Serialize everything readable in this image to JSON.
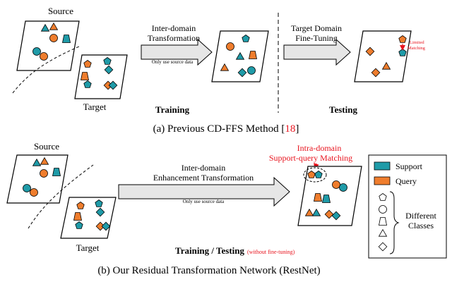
{
  "panel_a": {
    "source_label": "Source",
    "target_label": "Target",
    "transform_label_line1": "Inter-domain",
    "transform_label_line2": "Transformation",
    "source_note": "Only use source data",
    "finetune_label_line1": "Target Domain",
    "finetune_label_line2": "Fine-Tuning",
    "limited_line1": "Limited",
    "limited_line2": "Matching",
    "training_label": "Training",
    "testing_label": "Testing",
    "caption_text": "(a)  Previous CD-FFS Method [",
    "caption_ref": "18",
    "caption_end": "]"
  },
  "panel_b": {
    "source_label": "Source",
    "target_label": "Target",
    "transform_label_line1": "Inter-domain",
    "transform_label_line2": "Enhancement Transformation",
    "source_note": "Only use source data",
    "intra_line1": "Intra-domain",
    "intra_line2": "Support-query Matching",
    "train_test_label": "Training / Testing",
    "no_finetune_label": "(without fine-tuning)",
    "caption": "(b)  Our Residual Transformation Network (RestNet)"
  },
  "legend": {
    "support_label": "Support",
    "query_label": "Query",
    "classes_line1": "Different",
    "classes_line2": "Classes",
    "shape_icons": [
      "pentagon-icon",
      "circle-icon",
      "trapezoid-icon",
      "triangle-icon",
      "diamond-icon"
    ]
  },
  "colors": {
    "support": "#1f9ba8",
    "query": "#ef7d2d",
    "highlight": "#e8141e",
    "arrow_fill": "#e6e6e6",
    "ink": "#000000"
  }
}
